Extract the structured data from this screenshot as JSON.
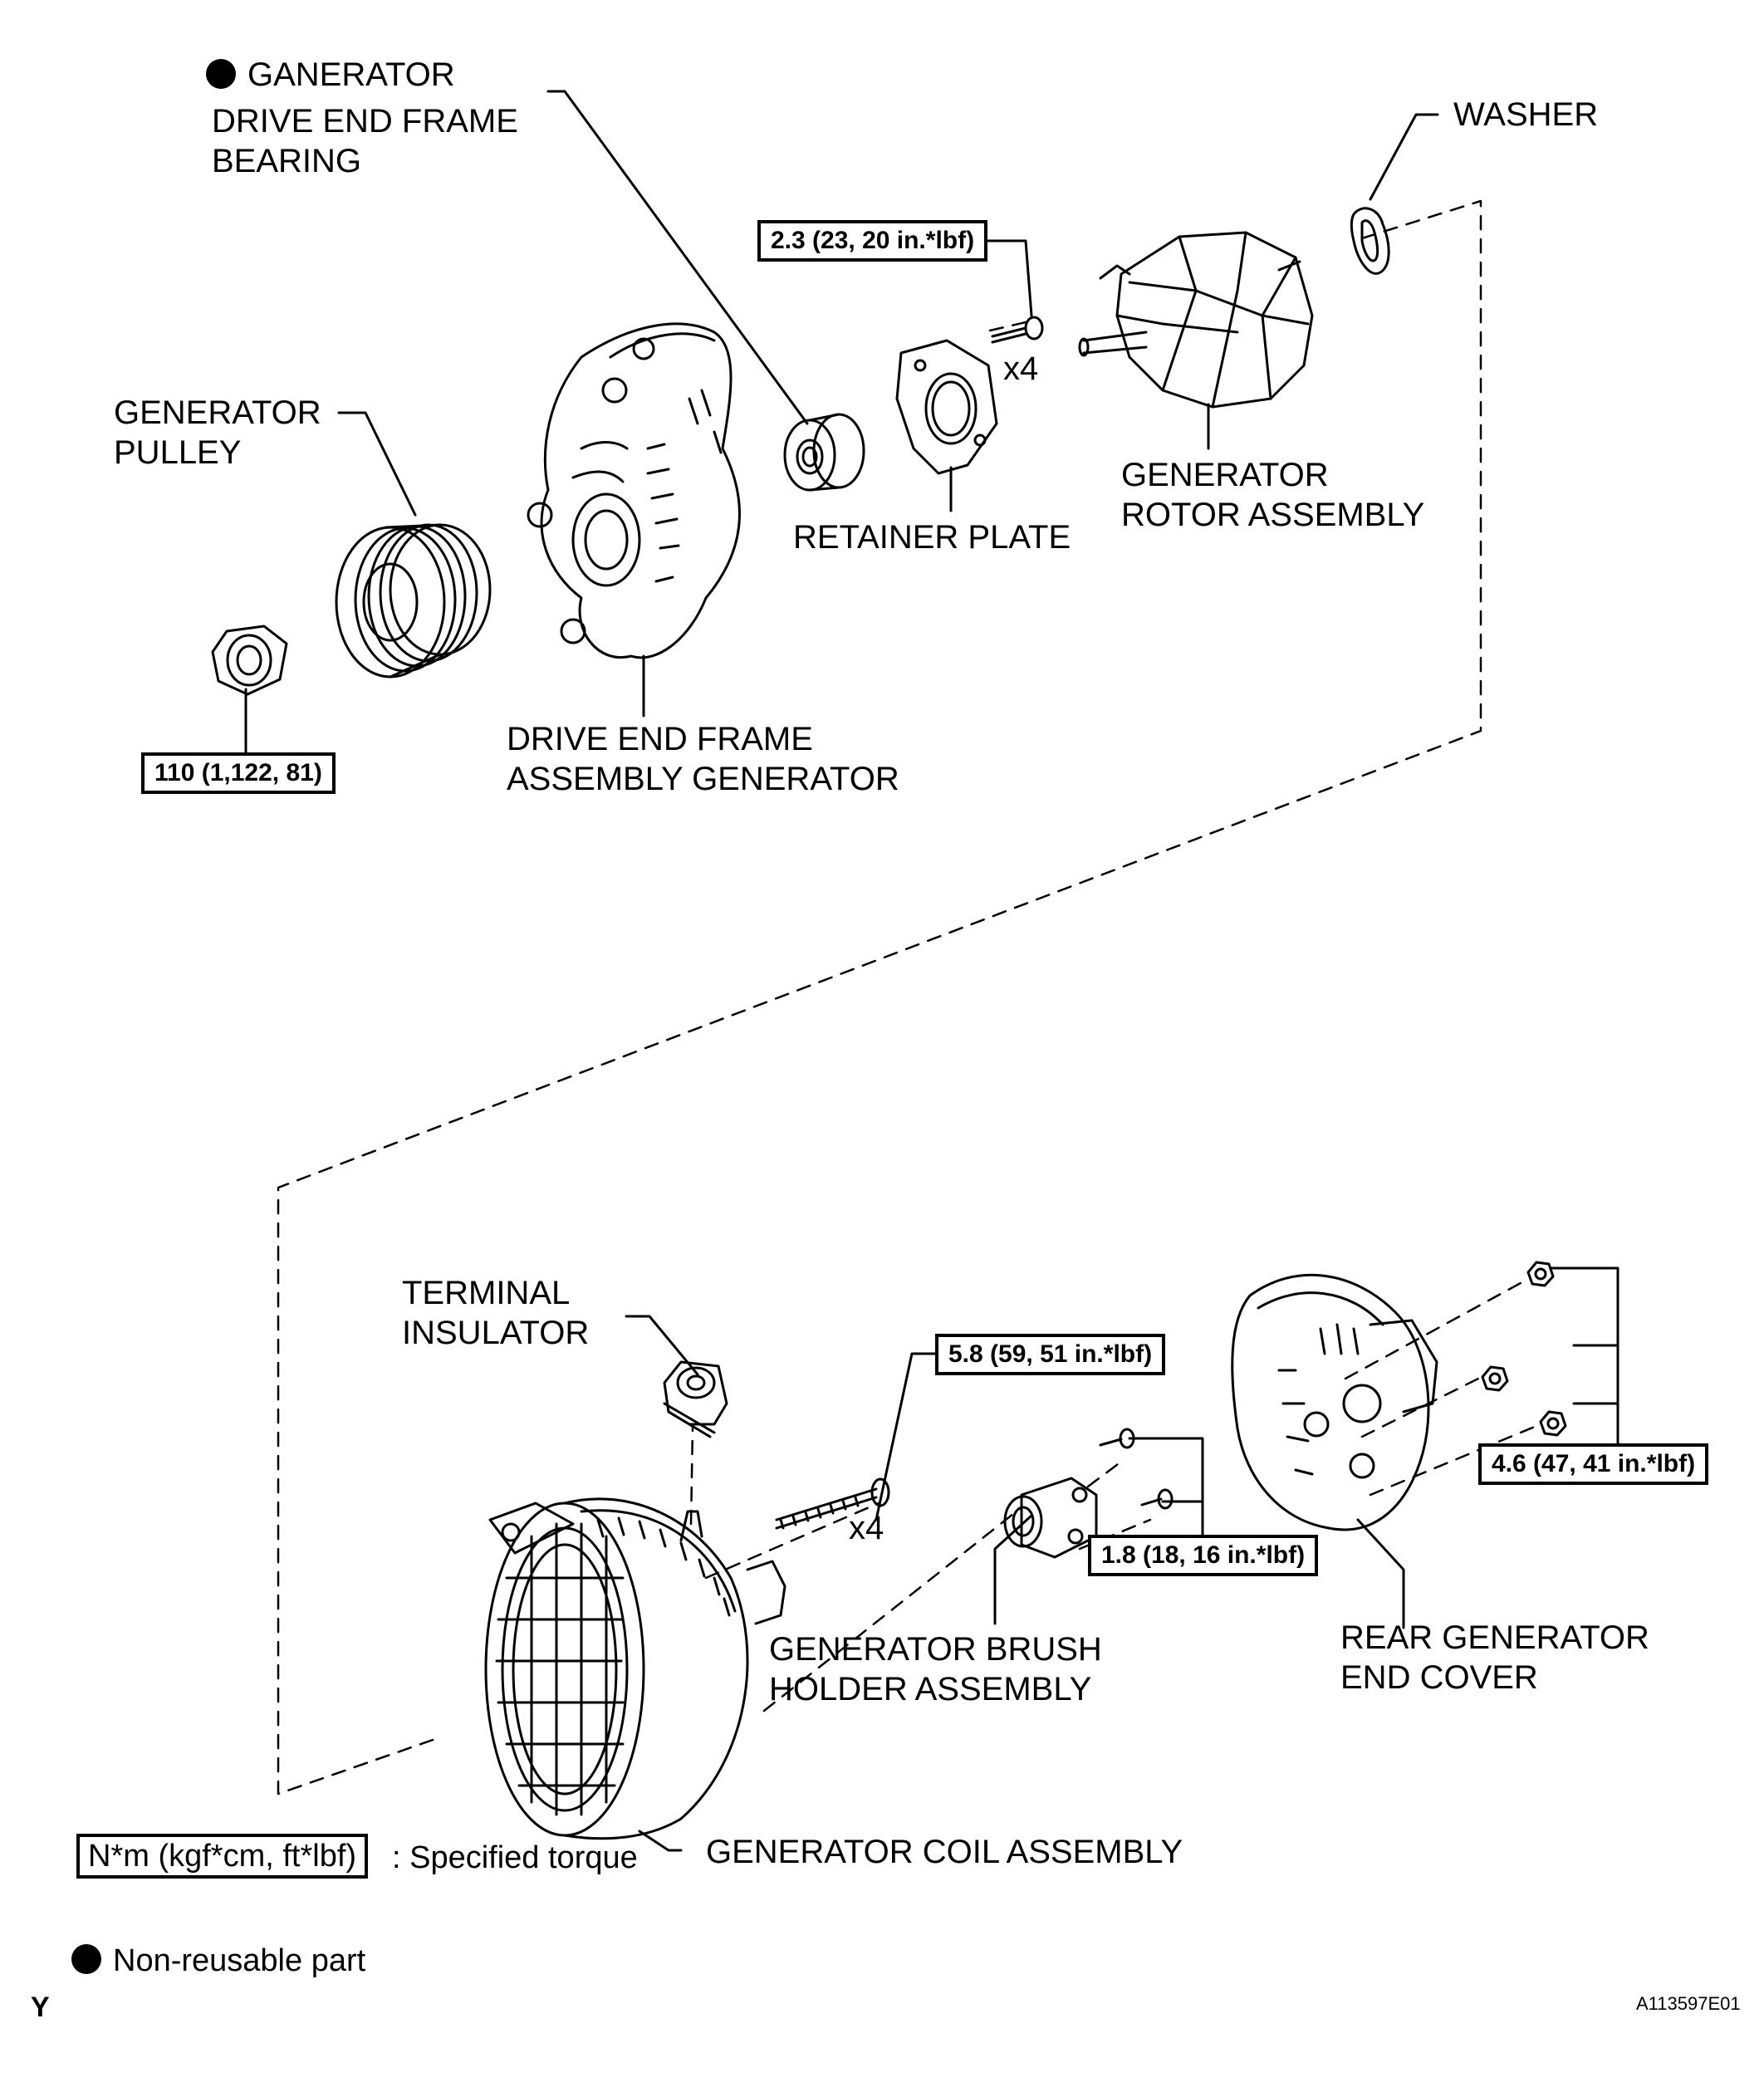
{
  "labels": {
    "bearing": [
      "GANERATOR",
      "DRIVE END FRAME",
      "BEARING"
    ],
    "washer": "WASHER",
    "pulley": [
      "GENERATOR",
      "PULLEY"
    ],
    "retainer_plate": "RETAINER PLATE",
    "rotor": [
      "GENERATOR",
      "ROTOR ASSEMBLY"
    ],
    "drive_end_frame": [
      "DRIVE END FRAME",
      "ASSEMBLY GENERATOR"
    ],
    "terminal_insulator": [
      "TERMINAL",
      "INSULATOR"
    ],
    "brush_holder": [
      "GENERATOR BRUSH",
      "HOLDER ASSEMBLY"
    ],
    "rear_cover": [
      "REAR GENERATOR",
      "END COVER"
    ],
    "coil": "GENERATOR COIL ASSEMBLY"
  },
  "torque": {
    "retainer": "2.3 (23, 20 in.*lbf)",
    "pulley_nut": "110 (1,122, 81)",
    "through_bolt": "5.8 (59, 51 in.*lbf)",
    "rear_cover": "4.6 (47, 41 in.*lbf)",
    "brush_holder": "1.8 (18, 16 in.*lbf)"
  },
  "qty": {
    "retainer_screws": "x4",
    "through_bolts": "x4"
  },
  "legend": {
    "torque_box": "N*m (kgf*cm, ft*lbf)",
    "torque_text": ": Specified torque",
    "nonreusable": "Non-reusable part"
  },
  "footer": {
    "left": "Y",
    "right": "A113597E01"
  }
}
